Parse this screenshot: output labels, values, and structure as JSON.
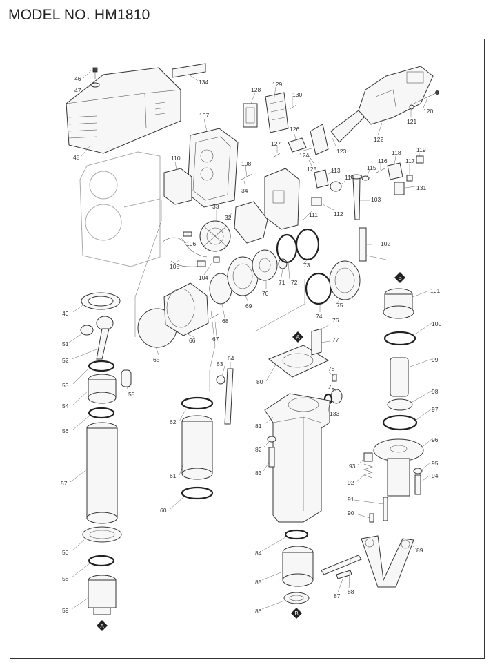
{
  "title": "MODEL NO. HM1810",
  "ref_letters": {
    "a": "A",
    "b": "B"
  },
  "part_numbers": [
    "46",
    "47",
    "48",
    "134",
    "128",
    "129",
    "130",
    "107",
    "110",
    "126",
    "127",
    "125",
    "124",
    "123",
    "122",
    "121",
    "120",
    "108",
    "34",
    "113",
    "114",
    "115",
    "116",
    "118",
    "117",
    "119",
    "131",
    "33",
    "32",
    "111",
    "112",
    "103",
    "106",
    "105",
    "104",
    "73",
    "71",
    "72",
    "70",
    "69",
    "68",
    "67",
    "66",
    "65",
    "74",
    "75",
    "102",
    "101",
    "49",
    "51",
    "52",
    "53",
    "54",
    "55",
    "56",
    "57",
    "50",
    "58",
    "59",
    "76",
    "77",
    "78",
    "79",
    "80",
    "133",
    "81",
    "82",
    "83",
    "84",
    "85",
    "86",
    "87",
    "88",
    "89",
    "90",
    "91",
    "92",
    "93",
    "94",
    "95",
    "96",
    "97",
    "98",
    "99",
    "100",
    "62",
    "61",
    "60",
    "63",
    "64"
  ]
}
